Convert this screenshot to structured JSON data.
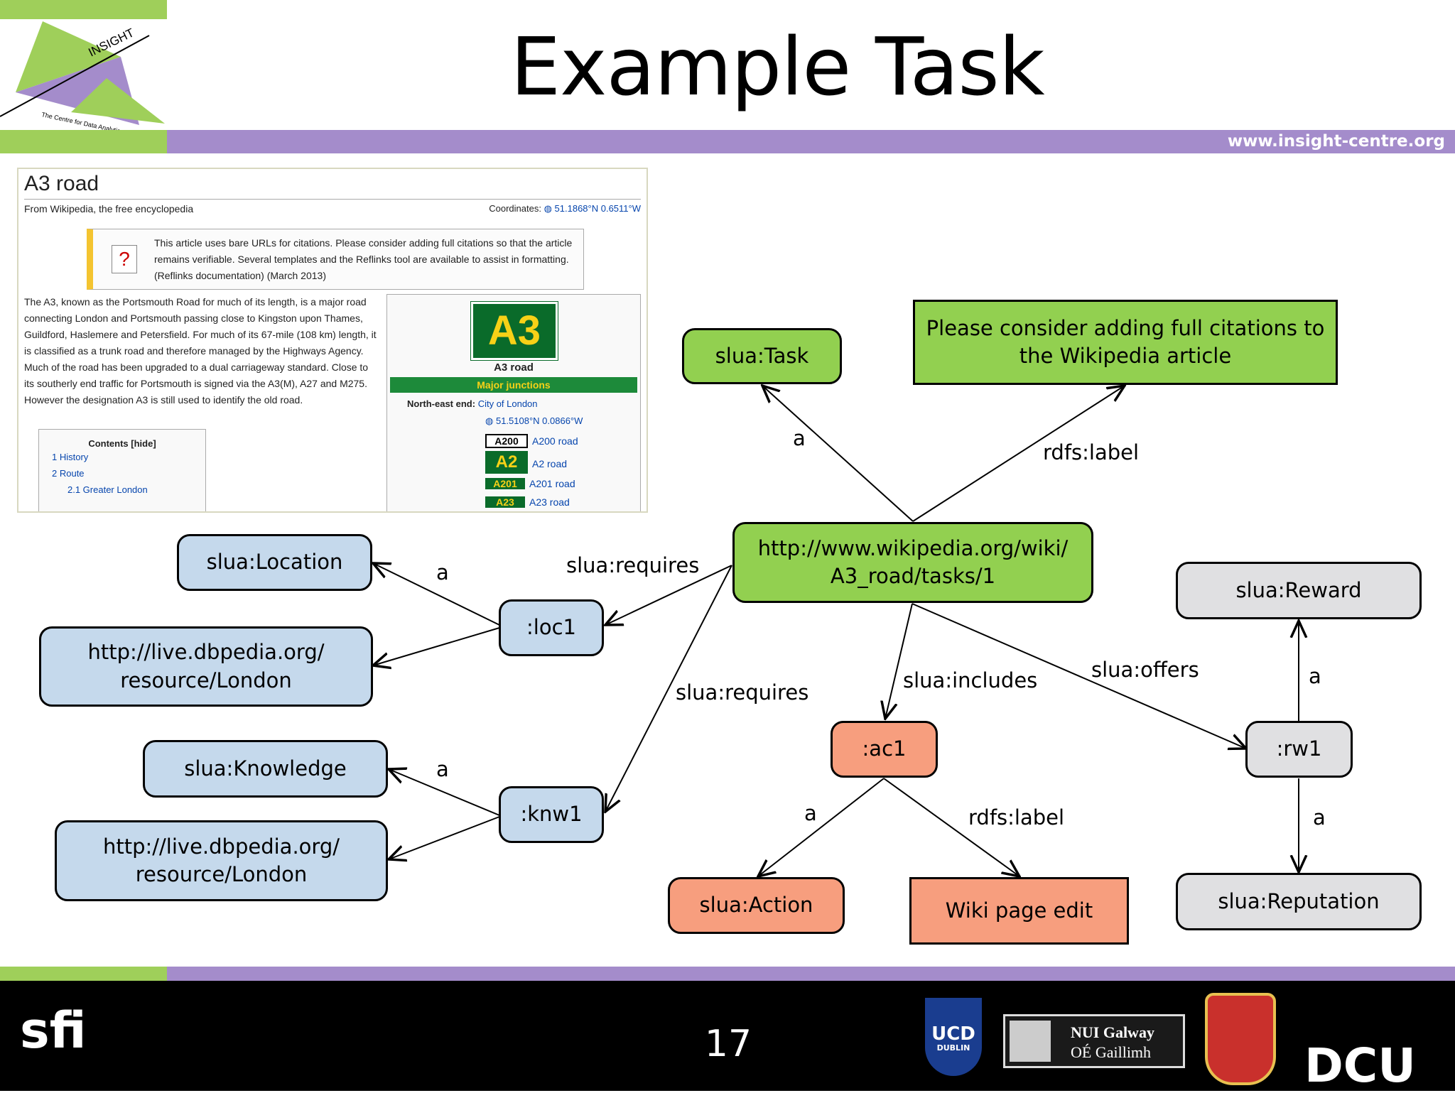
{
  "header": {
    "title": "Example Task",
    "url": "www.insight-centre.org",
    "logo_text": "INSIGHT",
    "logo_tagline": "The Centre for Data Analytics"
  },
  "wiki": {
    "title": "A3 road",
    "subtitle": "From Wikipedia, the free encyclopedia",
    "coordinates_label": "Coordinates:",
    "coordinates_value": "51.1868°N 0.6511°W",
    "notice_text": "This article uses bare URLs for citations. Please consider adding full citations so that the article remains verifiable. Several templates and the Reflinks tool are available to assist in formatting. (Reflinks documentation) (March 2013)",
    "body_text": "The A3, known as the Portsmouth Road for much of its length, is a major road connecting London and Portsmouth passing close to Kingston upon Thames, Guildford, Haslemere and Petersfield. For much of its 67-mile (108 km) length, it is classified as a trunk road and therefore managed by the Highways Agency. Much of the road has been upgraded to a dual carriageway standard. Close to its southerly end traffic for Portsmouth is signed via the A3(M), A27 and M275. However the designation A3 is still used to identify the old road.",
    "contents_title": "Contents [hide]",
    "contents_items": [
      "1 History",
      "2 Route",
      "2.1 Greater London"
    ],
    "infobox_shield": "A3",
    "infobox_name": "A3 road",
    "infobox_bar": "Major junctions",
    "ne_end_label": "North-east end:",
    "ne_end_value": "City of London",
    "ne_coord": "51.5108°N 0.0866°W",
    "roads": [
      {
        "badge": "A200",
        "label": "A200 road"
      },
      {
        "badge": "A2",
        "label": "A2 road"
      },
      {
        "badge": "A201",
        "label": "A201 road"
      },
      {
        "badge": "A23",
        "label": "A23 road"
      }
    ]
  },
  "diagram": {
    "nodes": {
      "task": "slua:Task",
      "label_text": "Please consider adding full citations to the Wikipedia article",
      "uri": "http://www.wikipedia.org/wiki/\nA3_road/tasks/1",
      "location": "slua:Location",
      "loc1": ":loc1",
      "dbpedia1": "http://live.dbpedia.org/\nresource/London",
      "knowledge": "slua:Knowledge",
      "knw1": ":knw1",
      "dbpedia2": "http://live.dbpedia.org/\nresource/London",
      "ac1": ":ac1",
      "action": "slua:Action",
      "wiki_edit": "Wiki page edit",
      "reward": "slua:Reward",
      "rw1": ":rw1",
      "reputation": "slua:Reputation"
    },
    "edge_labels": {
      "task_a": "a",
      "rdfs_label_top": "rdfs:label",
      "requires_loc": "slua:requires",
      "loc_a": "a",
      "requires_knw": "slua:requires",
      "knw_a": "a",
      "includes": "slua:includes",
      "offers": "slua:offers",
      "reward_a": "a",
      "reputation_a": "a",
      "action_a": "a",
      "rdfs_label_bottom": "rdfs:label"
    }
  },
  "footer": {
    "page_number": "17",
    "sfi": "sfi",
    "ucd": "UCD",
    "ucd_sub": "DUBLIN",
    "nuig_line1": "NUI Galway",
    "nuig_line2": "OÉ Gaillimh",
    "dcu": "DCU"
  },
  "colors": {
    "green": "#92d050",
    "blue": "#c5d9ec",
    "salmon": "#f79e7e",
    "grey": "#e0e0e2",
    "band_green": "#9fcf5a",
    "band_purple": "#a48ccb"
  }
}
